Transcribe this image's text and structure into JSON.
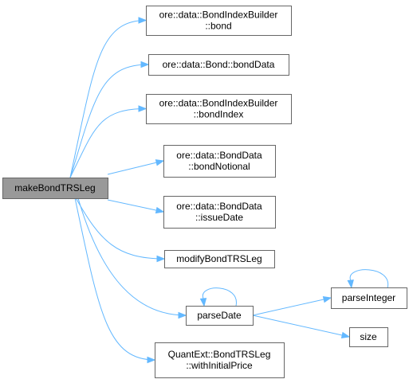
{
  "nodes": [
    {
      "id": "root",
      "lines": [
        "makeBondTRSLeg"
      ],
      "root": true
    },
    {
      "id": "bond",
      "lines": [
        "ore::data::BondIndexBuilder",
        "::bond"
      ]
    },
    {
      "id": "bondData",
      "lines": [
        "ore::data::Bond::bondData"
      ]
    },
    {
      "id": "bondIndex",
      "lines": [
        "ore::data::BondIndexBuilder",
        "::bondIndex"
      ]
    },
    {
      "id": "bondNotional",
      "lines": [
        "ore::data::BondData",
        "::bondNotional"
      ]
    },
    {
      "id": "issueDate",
      "lines": [
        "ore::data::BondData",
        "::issueDate"
      ]
    },
    {
      "id": "modify",
      "lines": [
        "modifyBondTRSLeg"
      ]
    },
    {
      "id": "parseDate",
      "lines": [
        "parseDate"
      ]
    },
    {
      "id": "withInitialPrice",
      "lines": [
        "QuantExt::BondTRSLeg",
        "::withInitialPrice"
      ]
    },
    {
      "id": "parseInteger",
      "lines": [
        "parseInteger"
      ]
    },
    {
      "id": "size",
      "lines": [
        "size"
      ]
    }
  ],
  "edges": [
    {
      "from": "root",
      "to": "bond"
    },
    {
      "from": "root",
      "to": "bondData"
    },
    {
      "from": "root",
      "to": "bondIndex"
    },
    {
      "from": "root",
      "to": "bondNotional"
    },
    {
      "from": "root",
      "to": "issueDate"
    },
    {
      "from": "root",
      "to": "modify"
    },
    {
      "from": "root",
      "to": "parseDate"
    },
    {
      "from": "root",
      "to": "withInitialPrice"
    },
    {
      "from": "parseDate",
      "to": "parseDate"
    },
    {
      "from": "parseDate",
      "to": "parseInteger"
    },
    {
      "from": "parseDate",
      "to": "size"
    },
    {
      "from": "parseInteger",
      "to": "parseInteger"
    }
  ],
  "colors": {
    "edge": "#63b8ff",
    "root_fill": "#999999",
    "border": "#666666"
  }
}
